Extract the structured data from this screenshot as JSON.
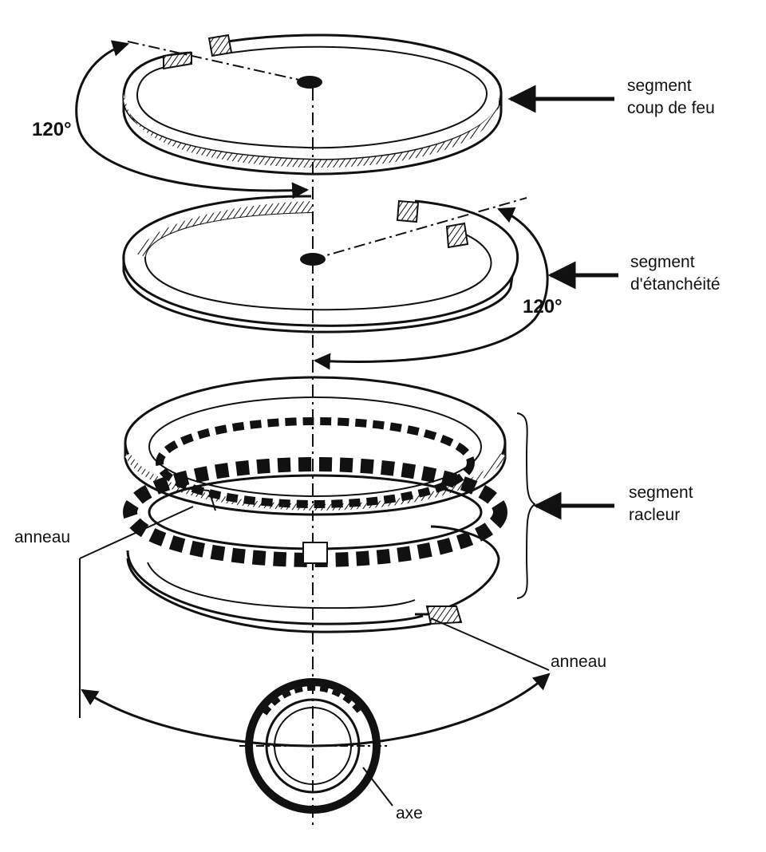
{
  "labels": {
    "top_ring": [
      "segment",
      "coup de feu"
    ],
    "mid_ring": [
      "segment",
      "d'étanchéité"
    ],
    "oil_ring": [
      "segment",
      "racleur"
    ],
    "left_rail": "anneau",
    "right_rail": "anneau",
    "pin": "axe"
  },
  "angles": {
    "top_offset": "120°",
    "mid_offset": "120°"
  },
  "colors": {
    "ink": "#111111",
    "paper": "#ffffff"
  },
  "icons": [
    "arrow-left-icon",
    "curved-arrow-icon",
    "brace-icon"
  ]
}
